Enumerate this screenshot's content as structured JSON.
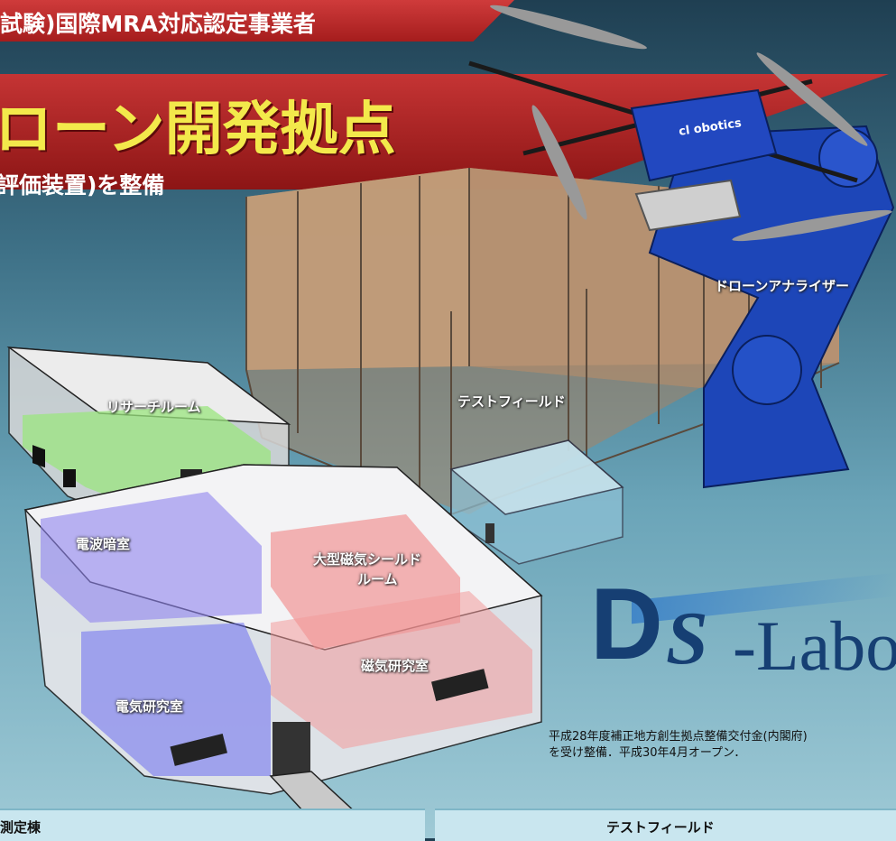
{
  "banner": {
    "top": "試験)国際MRA対応認定事業者",
    "headline": "ローン開発拠点",
    "subheadline": "評価装置)を整備"
  },
  "rooms": {
    "research": "リサーチルーム",
    "anechoic": "電波暗室",
    "shield": "大型磁気シールド",
    "shield2": "ルーム",
    "magnetic": "磁気研究室",
    "electric": "電気研究室",
    "test_field": "テストフィールド",
    "drone_analyzer": "ドローンアナライザー"
  },
  "drone_brand": "cl obotics",
  "logo": {
    "d": "D",
    "s": "S",
    "labo": "-Labo"
  },
  "caption": {
    "line1": "平成28年度補正地方創生拠点整備交付金(内閣府)",
    "line2": "を受け整備．平成30年4月オープン．"
  },
  "tabs": {
    "left": "測定棟",
    "right": "テストフィールド"
  },
  "colors": {
    "banner_red": "#b82828",
    "headline_yellow": "#f3e94b",
    "logo_navy": "#163f73",
    "robot_blue": "#1d46b8"
  }
}
